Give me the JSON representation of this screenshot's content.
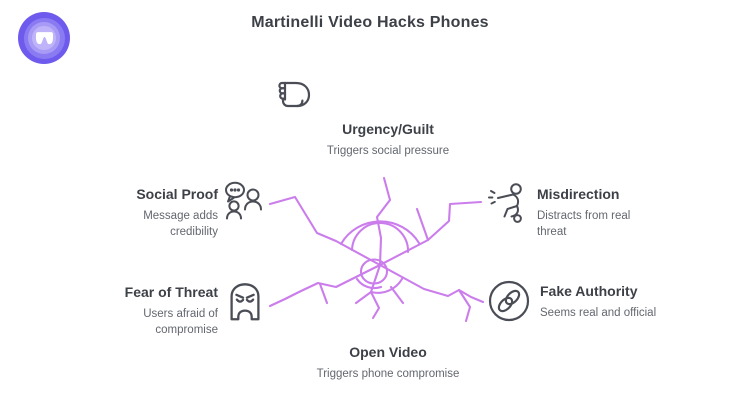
{
  "header": {
    "title": "Martinelli Video Hacks Phones"
  },
  "logo": {
    "name": "brand-logo"
  },
  "colors": {
    "scribble": "#cb7dec",
    "icon_stroke": "#4a4d55",
    "title_text": "#3d4147",
    "subtitle_text": "#63676e",
    "logo_purple": "#6e5bee"
  },
  "nodes": {
    "urgency": {
      "title": "Urgency/Guilt",
      "subtitle": "Triggers social pressure",
      "icon": "fist-icon"
    },
    "social_proof": {
      "title": "Social Proof",
      "subtitle": "Message adds credibility",
      "icon": "people-chat-icon"
    },
    "misdirection": {
      "title": "Misdirection",
      "subtitle": "Distracts from real threat",
      "icon": "pointing-person-icon"
    },
    "fear": {
      "title": "Fear of Threat",
      "subtitle": "Users afraid of compromise",
      "icon": "angry-ghost-icon"
    },
    "fake_authority": {
      "title": "Fake Authority",
      "subtitle": "Seems real and official",
      "icon": "interlocked-rings-icon"
    },
    "open_video": {
      "title": "Open Video",
      "subtitle": "Triggers phone compromise"
    }
  }
}
